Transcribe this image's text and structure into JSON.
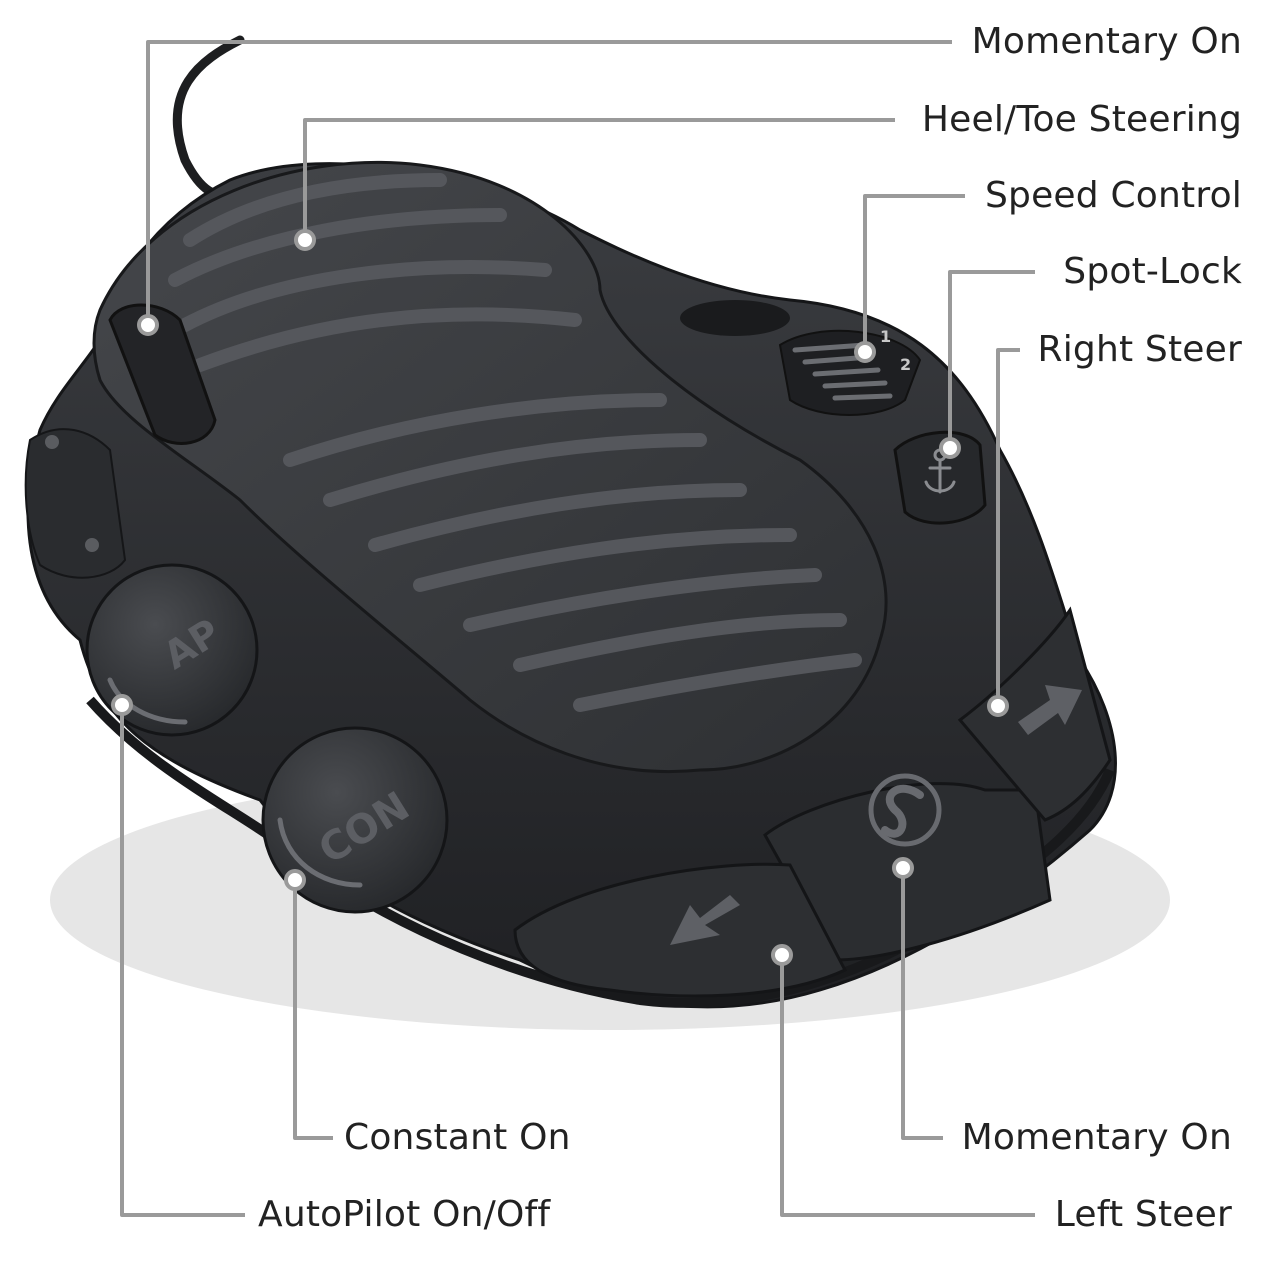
{
  "callouts": {
    "momentary_on_top": "Momentary On",
    "heel_toe_steering": "Heel/Toe Steering",
    "speed_control": "Speed Control",
    "spot_lock": "Spot-Lock",
    "right_steer": "Right Steer",
    "constant_on": "Constant On",
    "momentary_on_bottom": "Momentary On",
    "autopilot_on_off": "AutoPilot On/Off",
    "left_steer": "Left Steer"
  },
  "device_text": {
    "ap_button": "AP",
    "con_button": "CON",
    "speed_dial_1": "1",
    "speed_dial_2": "2"
  },
  "icons": {
    "spot_lock": "anchor-icon",
    "momentary_button": "s-swirl-icon",
    "left_steer": "arrow-down-left-icon",
    "right_steer": "arrow-up-right-icon"
  },
  "colors": {
    "leader_line": "#9a9a9a",
    "label_text": "#222222",
    "pedal_body": "#2e3033"
  }
}
